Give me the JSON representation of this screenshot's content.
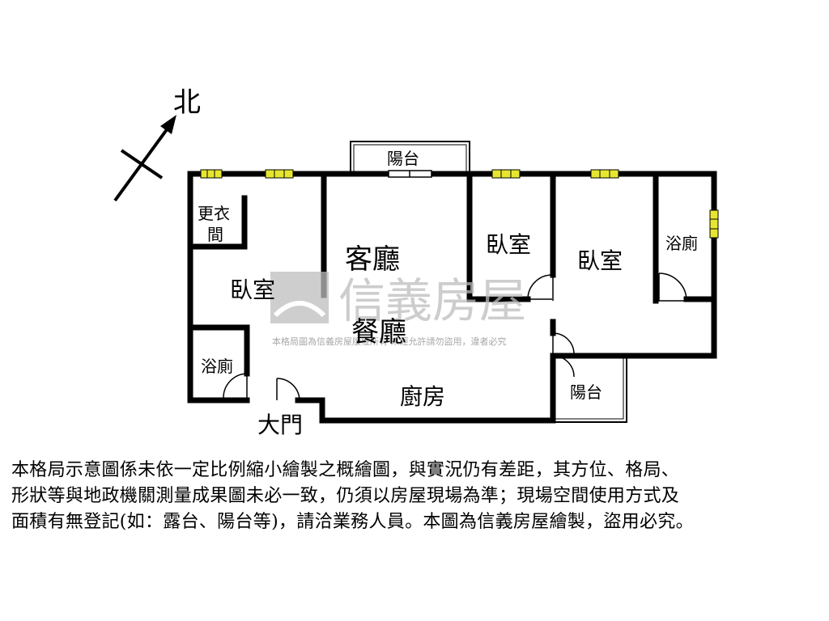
{
  "compass": {
    "label": "北"
  },
  "rooms": {
    "balcony_top": "陽台",
    "dressing_line1": "更衣",
    "dressing_line2": "間",
    "bedroom_left": "臥室",
    "living": "客廳",
    "dining": "餐廳",
    "bedroom_middle": "臥室",
    "bedroom_right": "臥室",
    "bath_right": "浴廁",
    "bath_left": "浴廁",
    "kitchen": "廚房",
    "balcony_right": "陽台",
    "entrance": "大門"
  },
  "watermark": {
    "brand": "信義房屋",
    "notice": "本格局圖為信義房屋版權所有 未經允許請勿盜用，違者必究"
  },
  "disclaimer": {
    "line1": "本格局示意圖係未依一定比例縮小繪製之概繪圖，與實況仍有差距，其方位、格局、",
    "line2": "形狀等與地政機關測量成果圖未必一致，仍須以房屋現場為準；現場空間使用方式及",
    "line3": "面積有無登記(如：露台、陽台等)，請洽業務人員。本圖為信義房屋繪製，盜用必究。"
  },
  "colors": {
    "wall": "#000000",
    "window": "#e6e630",
    "watermark": "#bdbdbd"
  }
}
